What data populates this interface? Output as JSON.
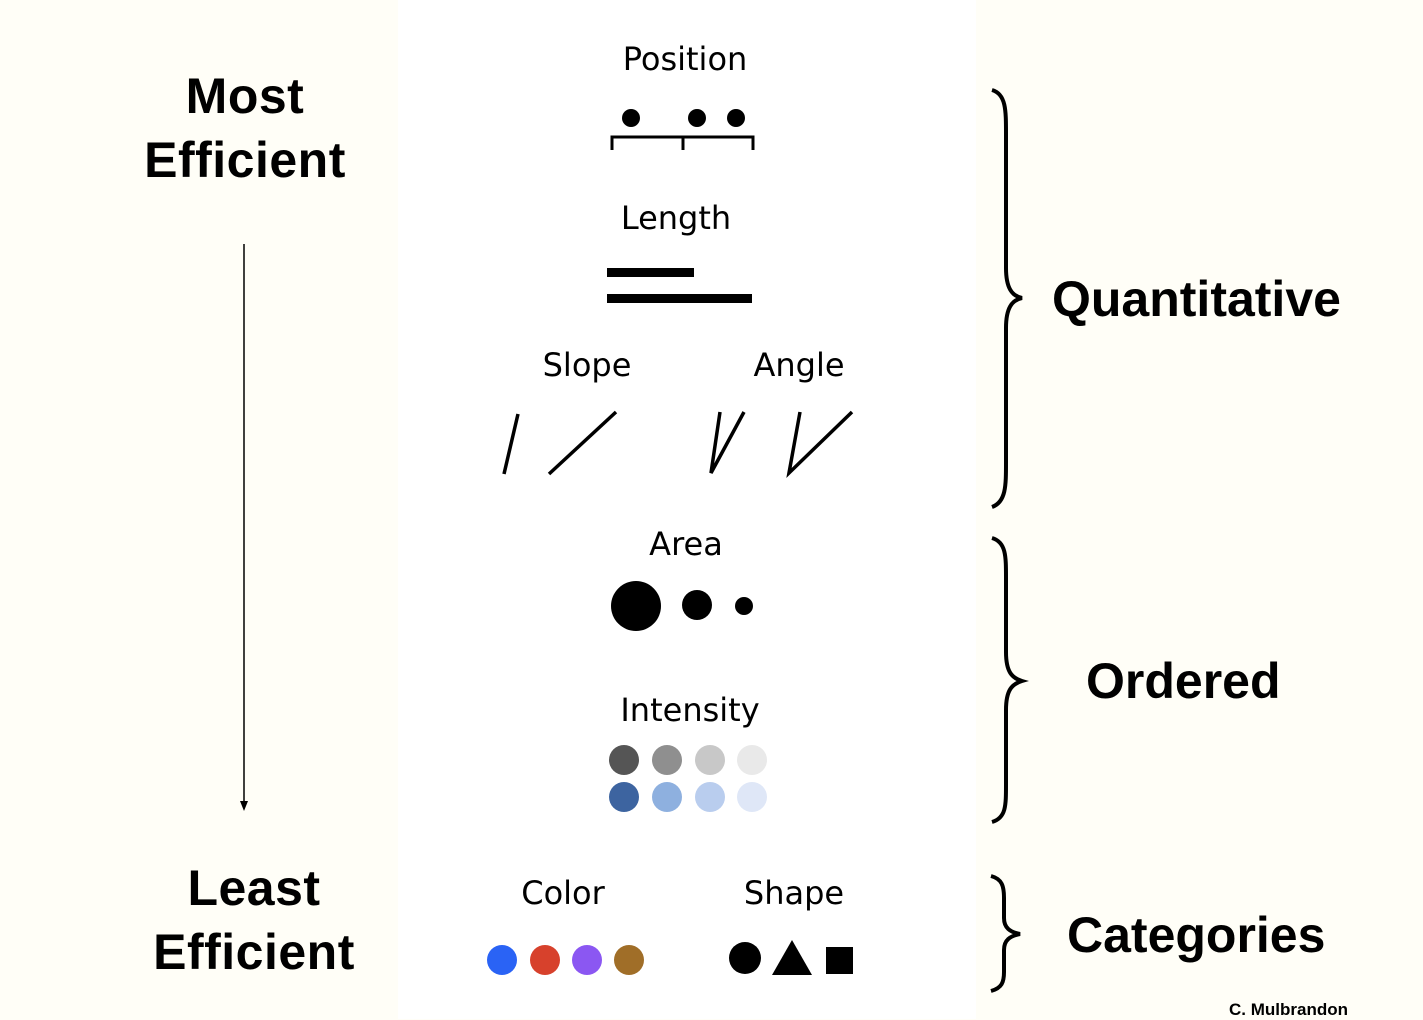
{
  "left_axis": {
    "top_label": [
      "Most",
      "Efficient"
    ],
    "bottom_label": [
      "Least",
      "Efficient"
    ]
  },
  "encodings": {
    "position": "Position",
    "length": "Length",
    "slope": "Slope",
    "angle": "Angle",
    "area": "Area",
    "intensity": "Intensity",
    "color": "Color",
    "shape": "Shape"
  },
  "groups": {
    "quantitative": "Quantitative",
    "ordered": "Ordered",
    "categories": "Categories"
  },
  "intensity_colors": {
    "gray": [
      "#555555",
      "#8f8f8f",
      "#c8c8c8",
      "#e9e9e9"
    ],
    "blue": [
      "#3d64a0",
      "#8eb0df",
      "#b9cdee",
      "#dfe7f7"
    ]
  },
  "category_colors": [
    "#2a63f5",
    "#d7412c",
    "#8b57f2",
    "#a06e28"
  ],
  "credit": "C. Mulbrandon"
}
